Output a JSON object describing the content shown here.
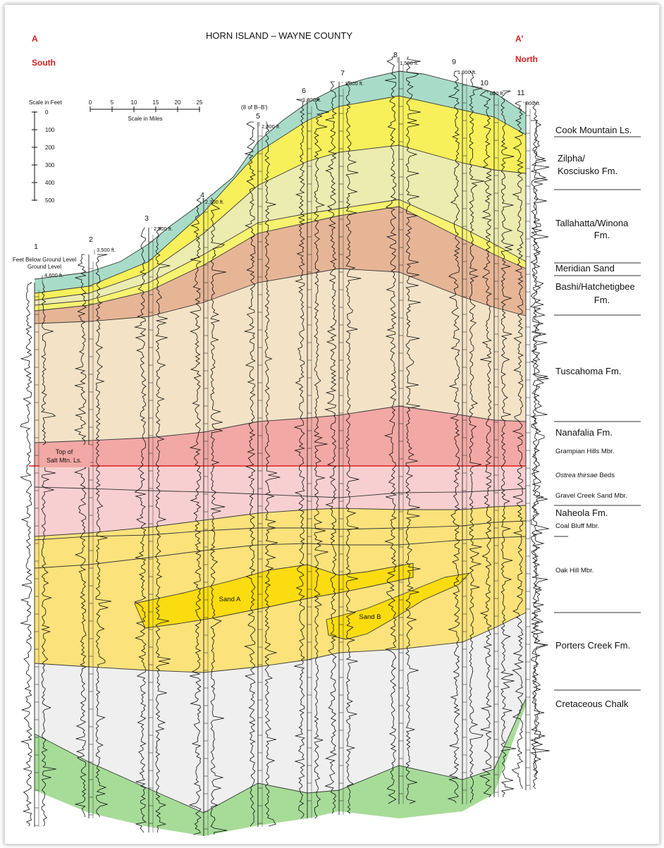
{
  "title": "HORN ISLAND – WAYNE COUNTY",
  "endpoints": {
    "left_label": "A",
    "left_direction": "South",
    "right_label": "A'",
    "right_direction": "North"
  },
  "vertical_scale": {
    "title": "Scale in Feet",
    "ticks": [
      "0",
      "100",
      "200",
      "300",
      "400",
      "500"
    ]
  },
  "horizontal_scale": {
    "title": "Scale in Miles",
    "ticks": [
      "0",
      "5",
      "10",
      "15",
      "20",
      "25"
    ]
  },
  "well_depth_note": "Feet Below Ground Level",
  "cross_reference_note": "(8 of B–B')",
  "wells": [
    {
      "number": "1",
      "depth": "4,600 ft."
    },
    {
      "number": "2",
      "depth": "3,500 ft."
    },
    {
      "number": "3",
      "depth": "2,800 ft."
    },
    {
      "number": "4",
      "depth": "2,300 ft."
    },
    {
      "number": "5",
      "depth": "2,000 ft."
    },
    {
      "number": "6",
      "depth": "1,800 ft."
    },
    {
      "number": "7",
      "depth": "1,800 ft."
    },
    {
      "number": "8",
      "depth": "1,500 ft."
    },
    {
      "number": "9",
      "depth": "1,000 ft."
    },
    {
      "number": "10",
      "depth": "800 ft."
    },
    {
      "number": "11",
      "depth": "800 ft."
    }
  ],
  "units": [
    {
      "name": "Cook Mountain Ls.",
      "color": "#a8dcc8"
    },
    {
      "name": "Zilpha/",
      "name2": "Kosciusko Fm.",
      "color": "#f7f05a"
    },
    {
      "name": "Tallahatta/Winona",
      "name2": "Fm.",
      "color": "#ecebb0"
    },
    {
      "name": "Meridian Sand",
      "color": "#f7f370"
    },
    {
      "name": "Bashi/Hatchetigbee",
      "name2": "Fm.",
      "color": "#e6b596"
    },
    {
      "name": "Tuscahoma Fm.",
      "color": "#f3e2c6"
    },
    {
      "name": "Nanafalia Fm.",
      "color": "#f2a8a4"
    },
    {
      "name": "Grampian Hills Mbr."
    },
    {
      "name": "Ostrea thirsae",
      "name2": "Beds"
    },
    {
      "name": "Gravel Creek Sand Mbr."
    },
    {
      "name": "Naheola Fm.",
      "color": "#f7d8a0"
    },
    {
      "name": "Coal Bluff Mbr."
    },
    {
      "name": "Oak Hill Mbr.",
      "color": "#fbe27a"
    },
    {
      "name": "Porters Creek Fm.",
      "color": "#efefef"
    },
    {
      "name": "Cretaceous Chalk",
      "color": "#a6dc98"
    }
  ],
  "annotations": {
    "salt_top": "Top of",
    "salt_top2": "Salt Mtn. Ls.",
    "sand_a": "Sand A",
    "sand_b": "Sand B"
  }
}
